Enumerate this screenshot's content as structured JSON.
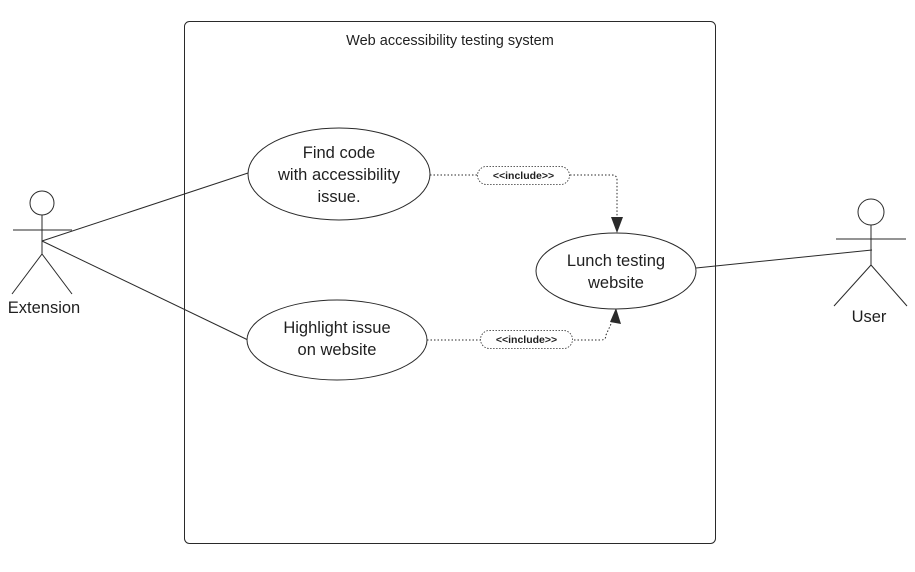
{
  "system": {
    "title": "Web accessibility testing system"
  },
  "actors": {
    "extension": {
      "label": "Extension"
    },
    "user": {
      "label": "User"
    }
  },
  "use_cases": {
    "find_code": {
      "lines": [
        "Find code",
        "with accessibility",
        "issue."
      ]
    },
    "highlight": {
      "lines": [
        "Highlight issue",
        "on website"
      ]
    },
    "lunch": {
      "lines": [
        "Lunch testing",
        "website"
      ]
    }
  },
  "relations": {
    "include_top": {
      "label": "<<include>>"
    },
    "include_bottom": {
      "label": "<<include>>"
    }
  }
}
